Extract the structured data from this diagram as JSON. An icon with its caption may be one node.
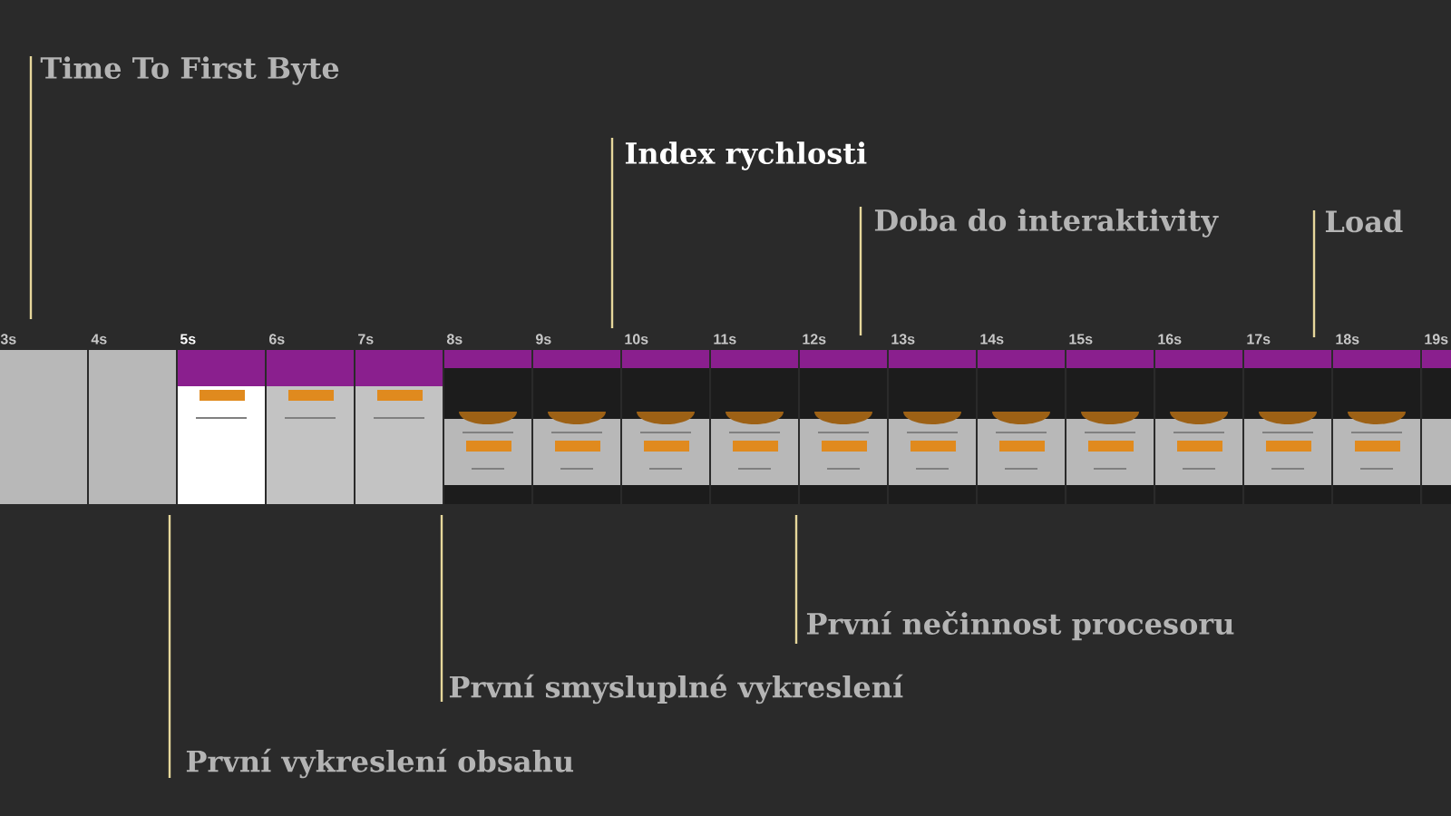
{
  "diagram": {
    "labels": [
      "Time To First Byte",
      "Index rychlosti",
      "Doba do interaktivity",
      "Load",
      "3s",
      "4s",
      "5s",
      "6s",
      "7s",
      "8s",
      "9s",
      "10s",
      "11s",
      "12s",
      "13s",
      "14s",
      "15s",
      "16s",
      "17s",
      "18s",
      "19s",
      "První nečinnost procesoru",
      "První smysluplné vykreslení",
      "První vykreslení obsahu"
    ]
  }
}
